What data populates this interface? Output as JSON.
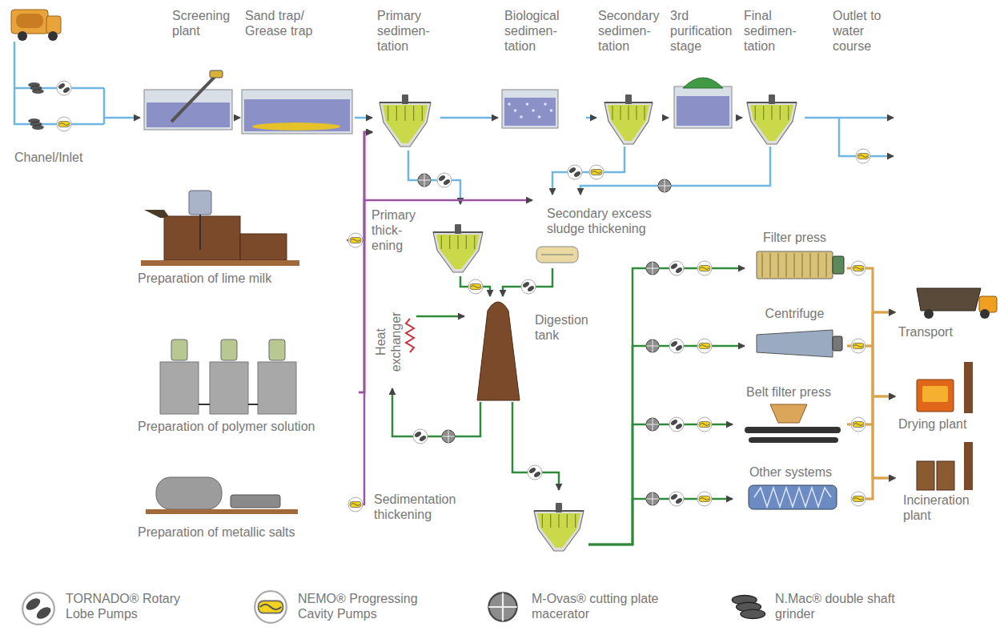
{
  "diagram": {
    "nodes": [
      {
        "text": [
          "Chanel/Inlet"
        ]
      },
      {
        "text": [
          "Screening plant"
        ]
      },
      {
        "text": [
          "Sand trap/ Grease trap"
        ]
      },
      {
        "text": [
          "Primary sedimen- tation"
        ]
      },
      {
        "text": [
          "Biological sedimen- tation"
        ]
      },
      {
        "text": [
          "Secondary sedimen- tation"
        ]
      },
      {
        "text": [
          "3rd purification stage"
        ]
      },
      {
        "text": [
          "Final sedimen- tation"
        ]
      },
      {
        "text": [
          "Primary thick- ening"
        ]
      },
      {
        "text": [
          "Secondary excess sludge thickening"
        ]
      },
      {
        "text": [
          "Digestion tank"
        ]
      },
      {
        "text": [
          "Heat exchanger"
        ]
      },
      {
        "text": [
          "Sedimentation thickening"
        ]
      },
      {
        "text": [
          "Filter press"
        ]
      },
      {
        "text": [
          "Centrifuge"
        ]
      },
      {
        "text": [
          "Belt filter press"
        ]
      },
      {
        "text": [
          "Other systems"
        ]
      },
      {
        "text": [
          "Transport"
        ]
      },
      {
        "text": [
          "Drying plant"
        ]
      },
      {
        "text": [
          "Incineration plant"
        ]
      },
      {
        "text": [
          "Preparation of lime milk"
        ]
      },
      {
        "text": [
          "Preparation of polymer solution"
        ]
      },
      {
        "text": [
          "Preparation of metallic salts"
        ]
      }
    ],
    "edges": [
      {
        "from": 0,
        "to": 1,
        "arrow": "to"
      },
      {
        "from": 1,
        "to": 2,
        "arrow": "to"
      },
      {
        "from": 2,
        "to": 3,
        "arrow": "to"
      },
      {
        "from": 3,
        "to": 4,
        "arrow": "to"
      },
      {
        "from": 4,
        "to": 5,
        "arrow": "to"
      },
      {
        "from": 5,
        "to": 6,
        "arrow": "to"
      },
      {
        "from": 6,
        "to": 7,
        "arrow": "to"
      },
      {
        "from": 3,
        "to": 8,
        "arrow": "to"
      },
      {
        "from": 5,
        "to": 9,
        "arrow": "to"
      },
      {
        "from": 7,
        "to": 9,
        "arrow": "to"
      },
      {
        "from": 8,
        "to": 10,
        "arrow": "to"
      },
      {
        "from": 9,
        "to": 10,
        "arrow": "to"
      },
      {
        "from": 10,
        "to": 11,
        "arrow": "to"
      },
      {
        "from": 11,
        "to": 10,
        "arrow": "to"
      },
      {
        "from": 10,
        "to": 12,
        "arrow": "to"
      },
      {
        "from": 12,
        "to": 13,
        "arrow": "to"
      },
      {
        "from": 12,
        "to": 14,
        "arrow": "to"
      },
      {
        "from": 12,
        "to": 15,
        "arrow": "to"
      },
      {
        "from": 12,
        "to": 16,
        "arrow": "to"
      },
      {
        "from": 13,
        "to": 17,
        "arrow": "to"
      },
      {
        "from": 13,
        "to": 18,
        "arrow": "to"
      },
      {
        "from": 13,
        "to": 19,
        "arrow": "to"
      },
      {
        "from": 14,
        "to": 17,
        "arrow": "to"
      },
      {
        "from": 14,
        "to": 18,
        "arrow": "to"
      },
      {
        "from": 14,
        "to": 19,
        "arrow": "to"
      },
      {
        "from": 15,
        "to": 17,
        "arrow": "to"
      },
      {
        "from": 15,
        "to": 18,
        "arrow": "to"
      },
      {
        "from": 15,
        "to": 19,
        "arrow": "to"
      },
      {
        "from": 16,
        "to": 17,
        "arrow": "to"
      },
      {
        "from": 16,
        "to": 18,
        "arrow": "to"
      },
      {
        "from": 16,
        "to": 19,
        "arrow": "to"
      },
      {
        "from": 20,
        "to": 3,
        "arrow": "to"
      },
      {
        "from": 21,
        "to": 3,
        "arrow": "to"
      },
      {
        "from": 22,
        "to": 3,
        "arrow": "to"
      },
      {
        "from": 21,
        "to": 9,
        "arrow": "to"
      }
    ],
    "labels": [
      "Outlet to water course"
    ],
    "legend": [
      {
        "text": "TORNADO® Rotary Lobe Pumps"
      },
      {
        "text": "NEMO® Progressing Cavity Pumps"
      },
      {
        "text": "M-Ovas® cutting plate macerator"
      },
      {
        "text": "N.Mac® double shaft grinder"
      }
    ]
  }
}
